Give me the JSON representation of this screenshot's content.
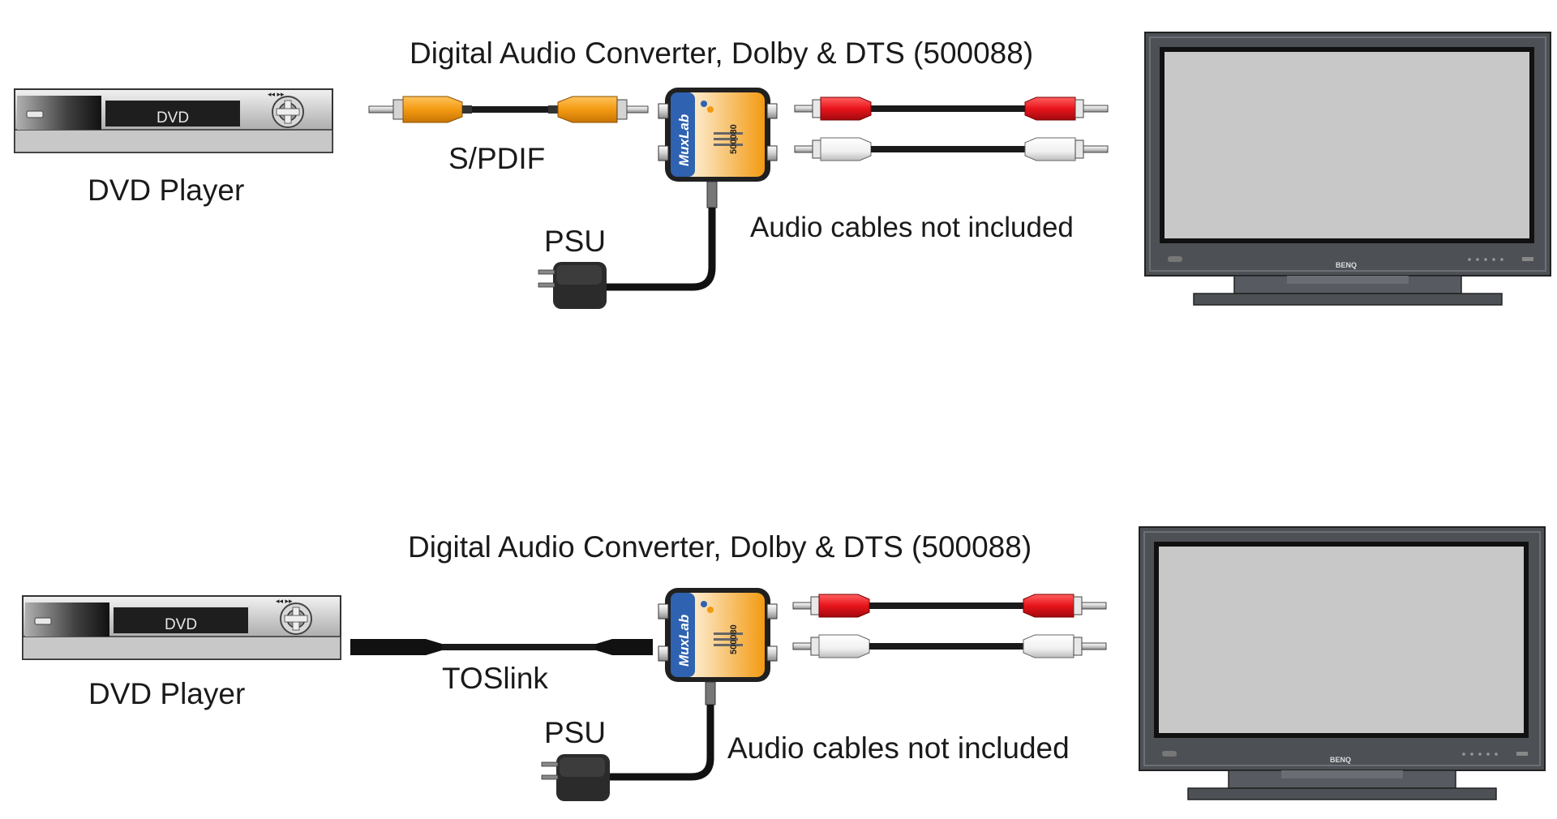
{
  "colors": {
    "spdif_plug": "#f39a12",
    "red_plug": "#e8141b",
    "white_plug": "#ffffff",
    "converter_accent": "#f39a12",
    "converter_brand_bg": "#2f62b0",
    "tv_screen": "#c8c8c8",
    "tv_frame": "#4d5055"
  },
  "scenario_1": {
    "title": "Digital Audio Converter, Dolby & DTS (500088)",
    "source_label": "DVD Player",
    "source_display": "DVD",
    "input_cable_label": "S/PDIF",
    "psu_label": "PSU",
    "note": "Audio cables not included",
    "converter_brand": "MuxLab",
    "converter_model": "500080",
    "tv_brand": "BENQ"
  },
  "scenario_2": {
    "title": "Digital Audio Converter, Dolby & DTS (500088)",
    "source_label": "DVD Player",
    "source_display": "DVD",
    "input_cable_label": "TOSlink",
    "psu_label": "PSU",
    "note": "Audio cables not included",
    "converter_brand": "MuxLab",
    "converter_model": "500080",
    "tv_brand": "BENQ"
  }
}
